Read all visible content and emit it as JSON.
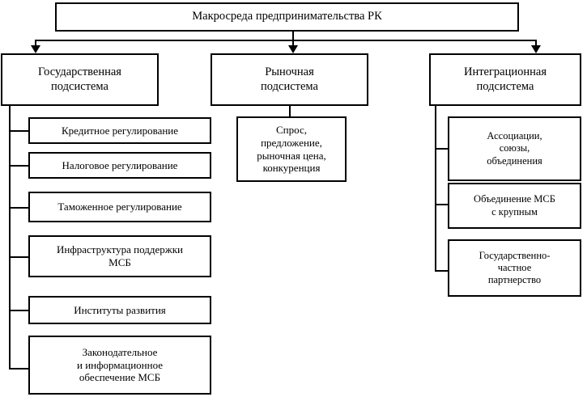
{
  "diagram": {
    "title": "Макросреда предпринимательства РК",
    "subsystems": {
      "state": {
        "label": "Государственная\nподсистема",
        "items": [
          "Кредитное регулирование",
          "Налоговое регулирование",
          "Таможенное регулирование",
          "Инфраструктура поддержки\nМСБ",
          "Институты развития",
          "Законодательное\nи информационное\nобеспечение МСБ"
        ]
      },
      "market": {
        "label": "Рыночная\nподсистема",
        "items": [
          "Спрос,\nпредложение,\nрыночная цена,\nконкуренция"
        ]
      },
      "integration": {
        "label": "Интеграционная\nподсистема",
        "items": [
          "Ассоциации,\nсоюзы,\nобъединения",
          "Объединение МСБ\nс крупным",
          "Государственно-\nчастное\nпартнерство"
        ]
      }
    },
    "colors": {
      "line": "#000000",
      "fill": "#ffffff",
      "text": "#000000"
    }
  }
}
